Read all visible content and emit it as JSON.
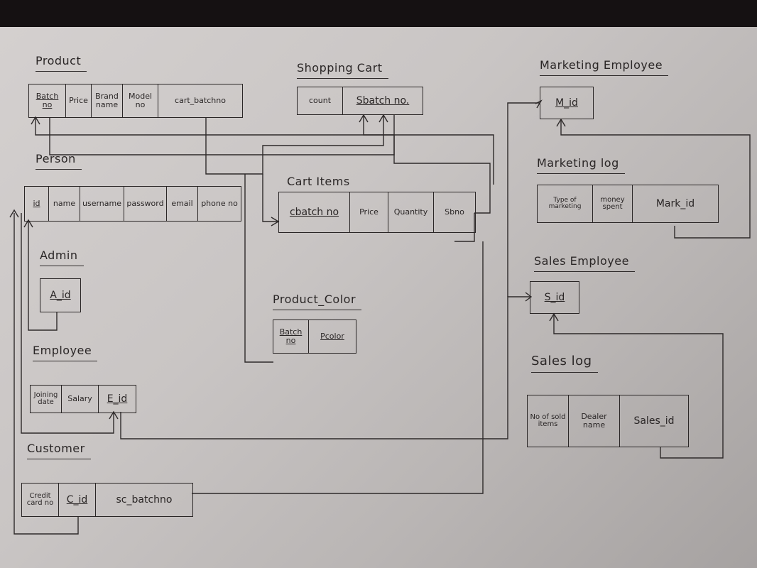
{
  "product": {
    "title": "Product",
    "columns": [
      "Batch no",
      "Price",
      "Brand name",
      "Model no",
      "cart_batchno"
    ]
  },
  "shopping_cart": {
    "title": "Shopping Cart",
    "columns": [
      "count",
      "Sbatch no."
    ]
  },
  "marketing_employee": {
    "title": "Marketing Employee",
    "columns": [
      "M_id"
    ]
  },
  "person": {
    "title": "Person",
    "columns": [
      "id",
      "name",
      "username",
      "password",
      "email",
      "phone no"
    ]
  },
  "cart_items": {
    "title": "Cart Items",
    "columns": [
      "cbatch no",
      "Price",
      "Quantity",
      "Sbno"
    ]
  },
  "marketing_log": {
    "title": "Marketing log",
    "columns": [
      "Type of marketing",
      "money spent",
      "Mark_id"
    ]
  },
  "admin": {
    "title": "Admin",
    "columns": [
      "A_id"
    ]
  },
  "sales_employee": {
    "title": "Sales Employee",
    "columns": [
      "S_id"
    ]
  },
  "product_color": {
    "title": "Product_Color",
    "columns": [
      "Batch no",
      "Pcolor"
    ]
  },
  "employee": {
    "title": "Employee",
    "columns": [
      "Joining date",
      "Salary",
      "E_id"
    ]
  },
  "sales_log": {
    "title": "Sales log",
    "columns": [
      "No of sold items",
      "Dealer name",
      "Sales_id"
    ]
  },
  "customer": {
    "title": "Customer",
    "columns": [
      "Credit card no",
      "C_id",
      "sc_batchno"
    ]
  }
}
